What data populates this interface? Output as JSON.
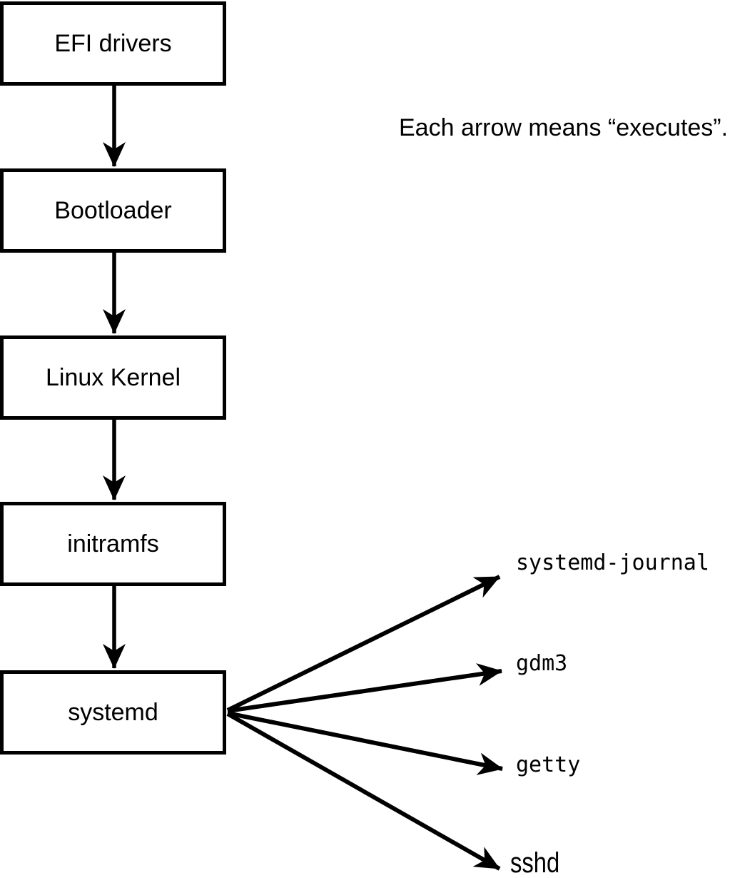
{
  "note": "Each arrow means “executes”.",
  "chain_boxes": [
    {
      "label": "EFI drivers"
    },
    {
      "label": "Bootloader"
    },
    {
      "label": "Linux Kernel"
    },
    {
      "label": "initramfs"
    },
    {
      "label": "systemd"
    }
  ],
  "spawned_processes": [
    {
      "label": "systemd-journal"
    },
    {
      "label": "gdm3"
    },
    {
      "label": "getty"
    },
    {
      "label": "sshd"
    }
  ],
  "arrow_meaning": "executes",
  "colors": {
    "ink": "#000000",
    "background": "#ffffff"
  }
}
